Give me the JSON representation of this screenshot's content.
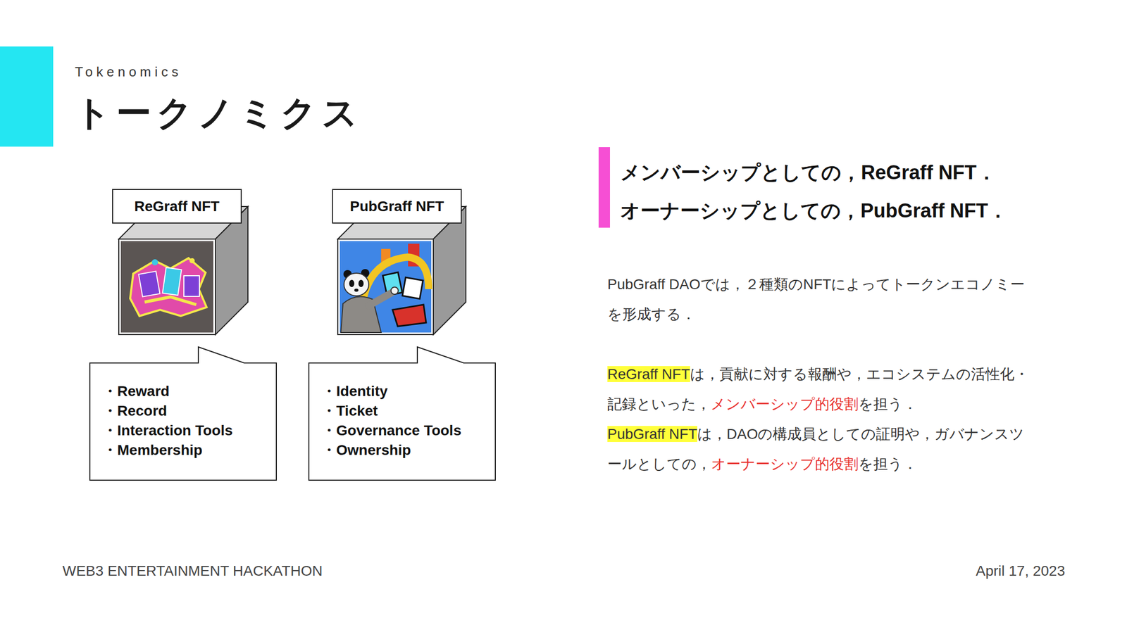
{
  "diagram": {
    "title": "トークノミクス",
    "nodes": [
      {
        "text": [
          "ReGraff NFT"
        ]
      },
      {
        "text": [
          "・Reward",
          "・Record",
          "・Interaction Tools",
          "・Membership"
        ]
      },
      {
        "text": [
          "PubGraff NFT"
        ]
      },
      {
        "text": [
          "・Identity",
          "・Ticket",
          "・Governance Tools",
          "・Ownership"
        ]
      }
    ],
    "labels": [
      "Tokenomics",
      "メンバーシップとしての，ReGraff NFT．",
      "オーナーシップとしての，PubGraff NFT．",
      "PubGraff DAOでは，２種類のNFTによってトークンエコノミーを形成する．",
      "ReGraff NFT",
      "は，貢献に対する報酬や，エコシステムの活性化・記録といった，",
      "メンバーシップ的役割",
      "を担う．",
      "PubGraff NFT",
      "は，DAOの構成員としての証明や，ガバナンスツールとしての，",
      "オーナーシップ的役割",
      "を担う．",
      "WEB3 ENTERTAINMENT HACKATHON",
      "April 17, 2023"
    ]
  }
}
